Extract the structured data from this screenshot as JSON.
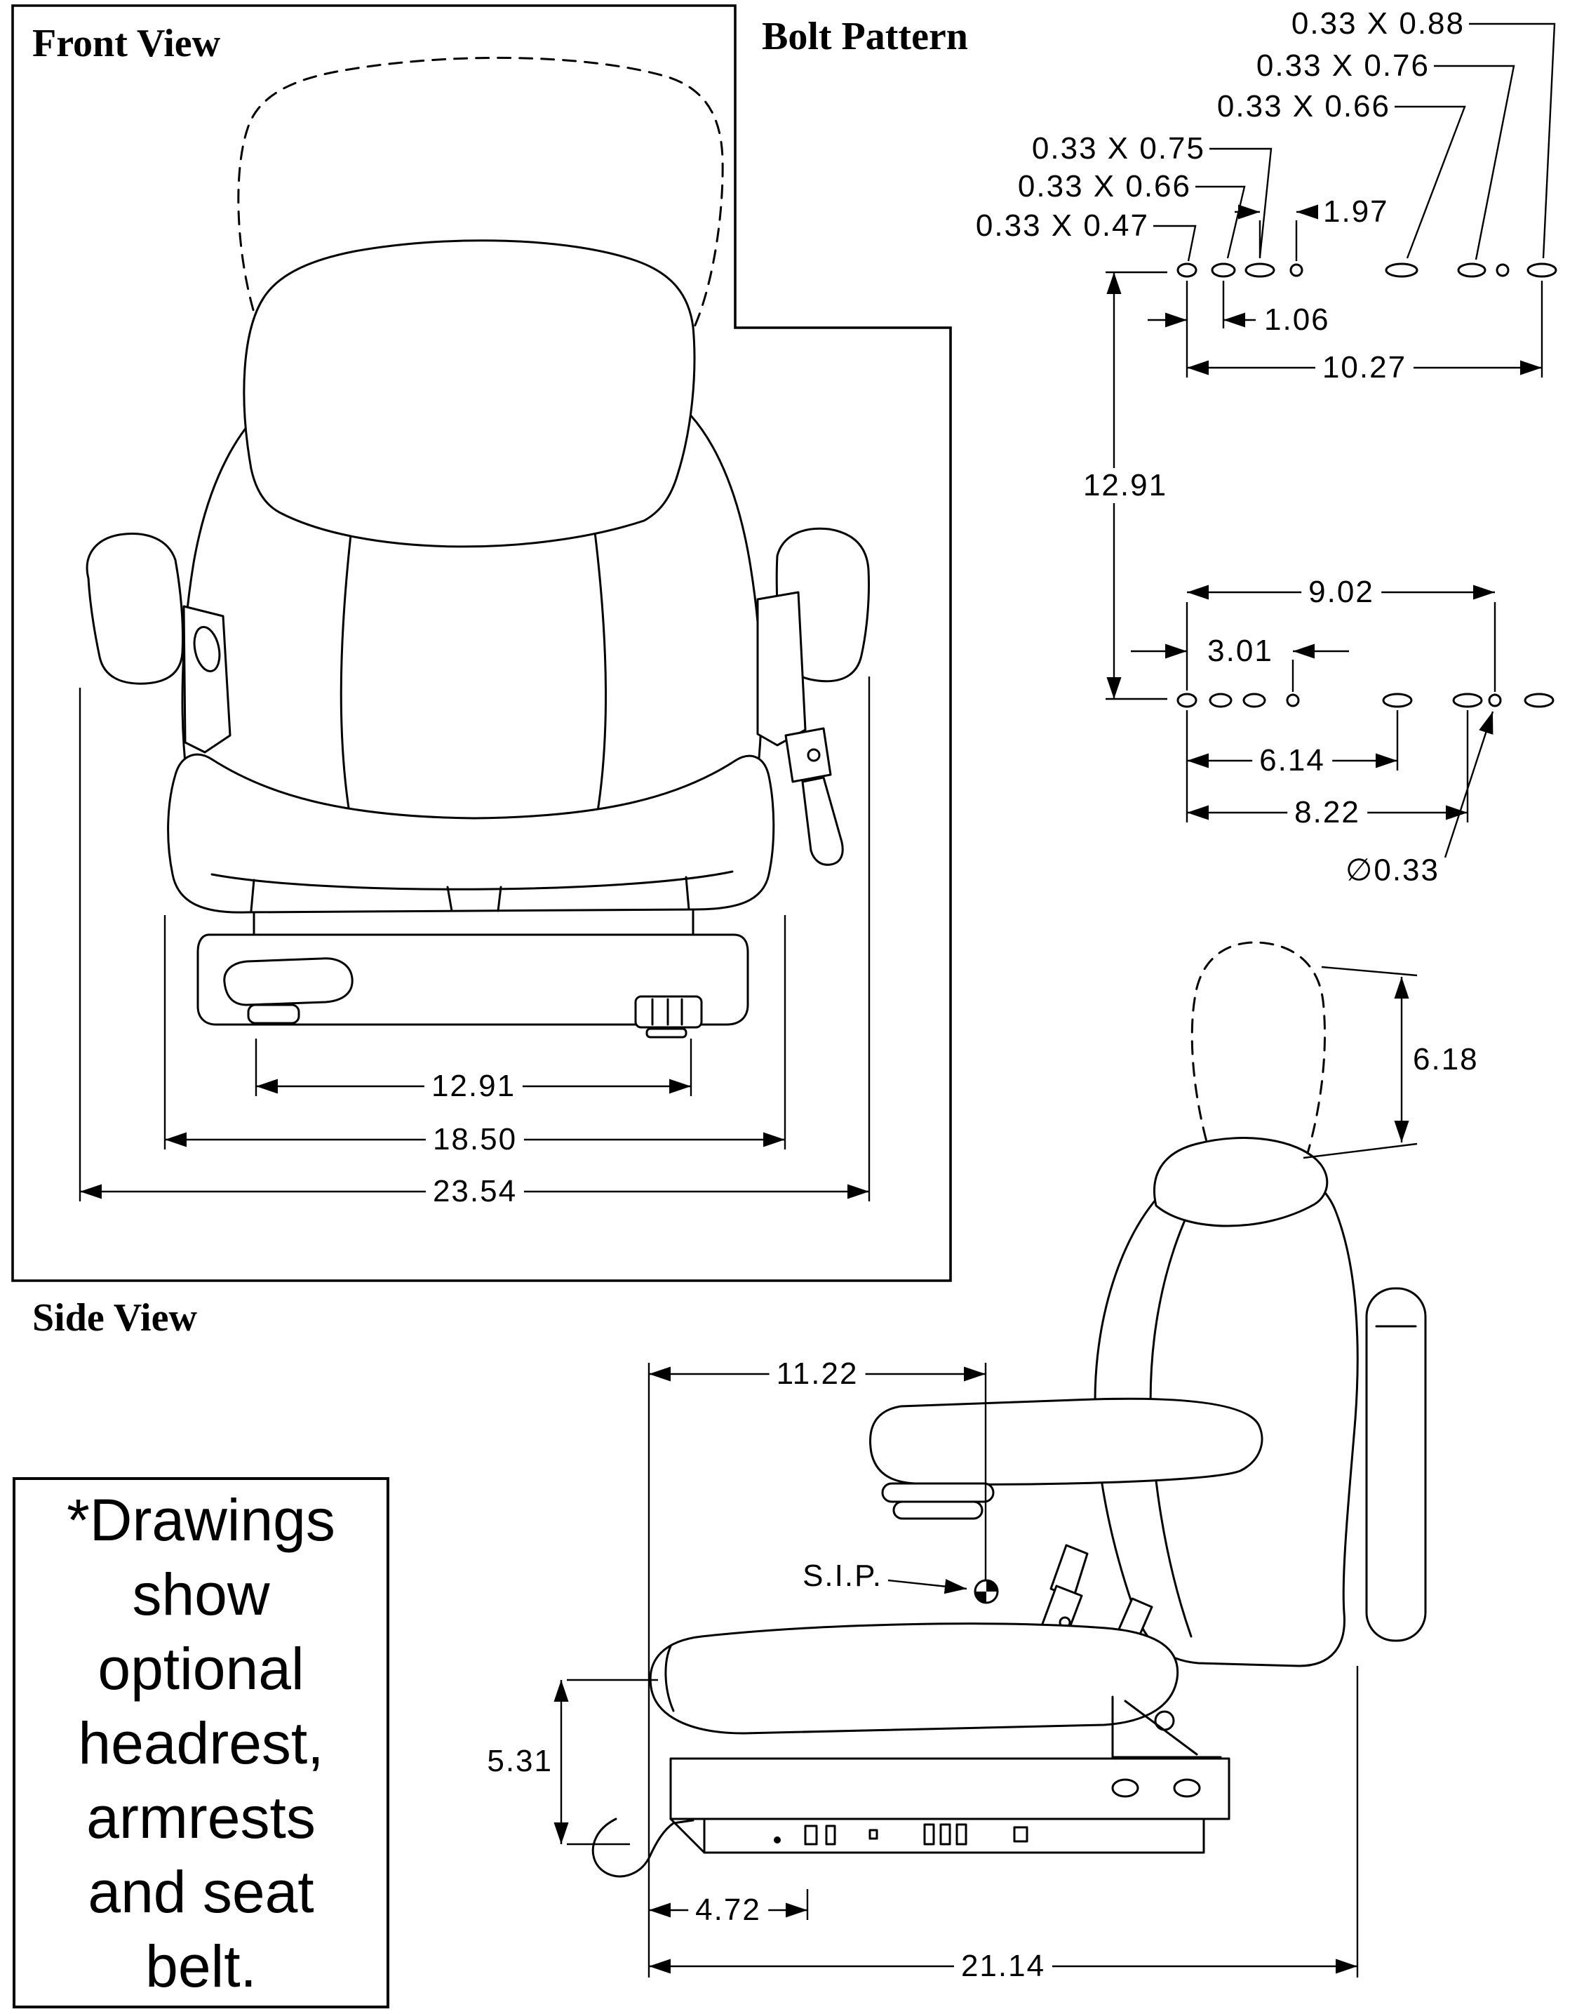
{
  "titles": {
    "front_view": "Front View",
    "bolt_pattern": "Bolt Pattern",
    "side_view": "Side View"
  },
  "front_view": {
    "dim_base_width": "12.91",
    "dim_cushion_width": "18.50",
    "dim_overall_width": "23.54"
  },
  "bolt_pattern": {
    "slot_callouts": [
      "0.33 X 0.88",
      "0.33 X 0.76",
      "0.33 X 0.66",
      "0.33 X 0.75",
      "0.33 X 0.66",
      "0.33 X 0.47"
    ],
    "dim_197": "1.97",
    "dim_106": "1.06",
    "dim_1027": "10.27",
    "dim_1291": "12.91",
    "dim_902": "9.02",
    "dim_301": "3.01",
    "dim_614": "6.14",
    "dim_822": "8.22",
    "hole_diameter": "∅0.33"
  },
  "side_view": {
    "dim_headrest_ext": "6.18",
    "dim_sip_setback": "11.22",
    "sip_label": "S.I.P.",
    "dim_base_height": "5.31",
    "dim_front_offset": "4.72",
    "dim_overall_depth": "21.14"
  },
  "note": {
    "lines": [
      "*Drawings",
      "show",
      "optional",
      "headrest,",
      "armrests",
      "and seat",
      "belt."
    ]
  }
}
